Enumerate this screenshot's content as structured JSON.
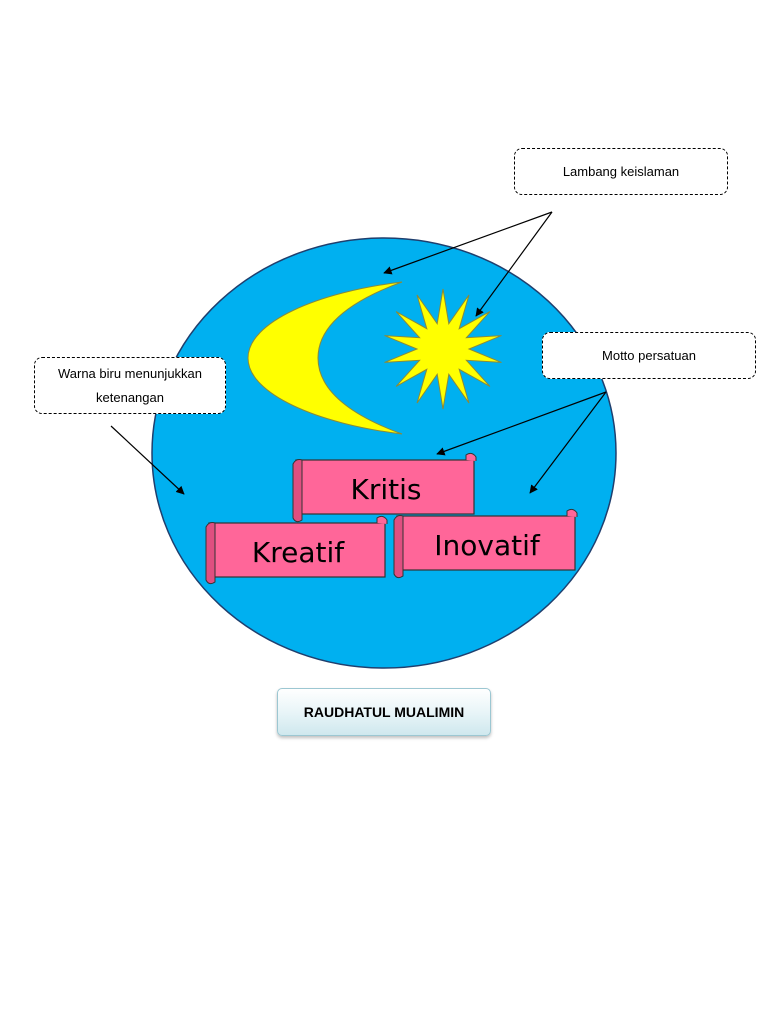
{
  "callouts": {
    "lambang": "Lambang keislaman",
    "motto": "Motto persatuan",
    "warna": "Warna biru menunjukkan ketenangan"
  },
  "scrolls": {
    "kritis": "Kritis",
    "kreatif": "Kreatif",
    "inovatif": "Inovatif"
  },
  "school_name": "RAUDHATUL MUALIMIN",
  "colors": {
    "circle": "#00b0f0",
    "symbol": "#ffff00",
    "scroll": "#ff6699"
  }
}
